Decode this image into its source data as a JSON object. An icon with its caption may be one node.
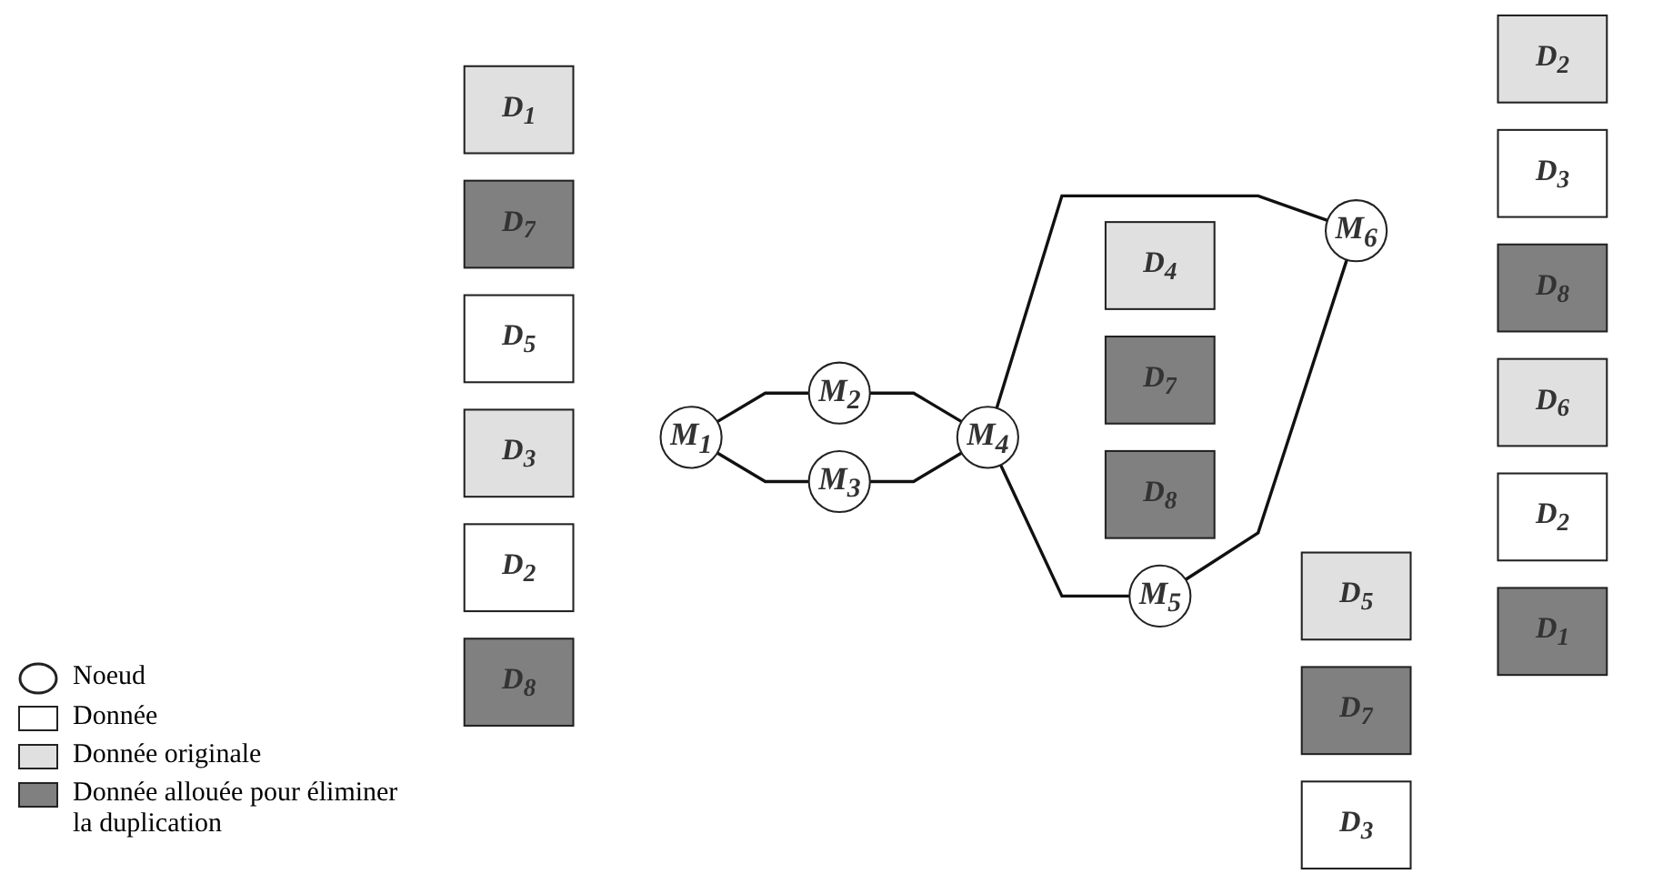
{
  "diagram": {
    "nodes": [
      {
        "text": [
          "M$_{1}$"
        ]
      },
      {
        "text": [
          "M$_{2}$"
        ]
      },
      {
        "text": [
          "M$_{3}$"
        ]
      },
      {
        "text": [
          "M$_{4}$"
        ]
      },
      {
        "text": [
          "M$_{5}$"
        ]
      },
      {
        "text": [
          "M$_{6}$"
        ]
      },
      {
        "text": [
          "D$_{1}$"
        ]
      },
      {
        "text": [
          "D$_{7}$"
        ]
      },
      {
        "text": [
          "D$_{5}$"
        ]
      },
      {
        "text": [
          "D$_{2}$"
        ]
      },
      {
        "text": [
          "D$_{3}$"
        ]
      },
      {
        "text": [
          "D$_{8}$"
        ]
      },
      {
        "text": [
          "D$_{4}$"
        ]
      },
      {
        "text": [
          "D$_{7}$"
        ]
      },
      {
        "text": [
          "D$_{8}$"
        ]
      },
      {
        "text": [
          "D$_{5}$"
        ]
      },
      {
        "text": [
          "D$_{7}$"
        ]
      },
      {
        "text": [
          "D$_{3}$"
        ]
      },
      {
        "text": [
          "D$_{6}$"
        ]
      },
      {
        "text": [
          "D$_{2}$"
        ]
      },
      {
        "text": [
          "D$_{1}$"
        ]
      },
      {
        "text": [
          "D$_{3}$"
        ]
      },
      {
        "text": [
          "D$_{2}$"
        ]
      },
      {
        "text": [
          "D$_{8}$"
        ]
      }
    ],
    "edges": [
      {
        "from": 0,
        "to": 1,
        "arrow": "none"
      },
      {
        "from": 0,
        "to": 2,
        "arrow": "none"
      },
      {
        "from": 1,
        "to": 3,
        "arrow": "none"
      },
      {
        "from": 2,
        "to": 3,
        "arrow": "none"
      },
      {
        "from": 3,
        "to": 4,
        "arrow": "none"
      },
      {
        "from": 3,
        "to": 5,
        "arrow": "none"
      },
      {
        "from": 4,
        "to": 5,
        "arrow": "none"
      }
    ],
    "legend": [
      {
        "text": "Noeud"
      },
      {
        "text": "Donnée",
        "color": "#ffffff"
      },
      {
        "text": "Donnée originale",
        "color": "#e0e0e0"
      },
      {
        "text": "Donnée allouée pour éliminer la duplication",
        "color": "#808080"
      }
    ]
  }
}
